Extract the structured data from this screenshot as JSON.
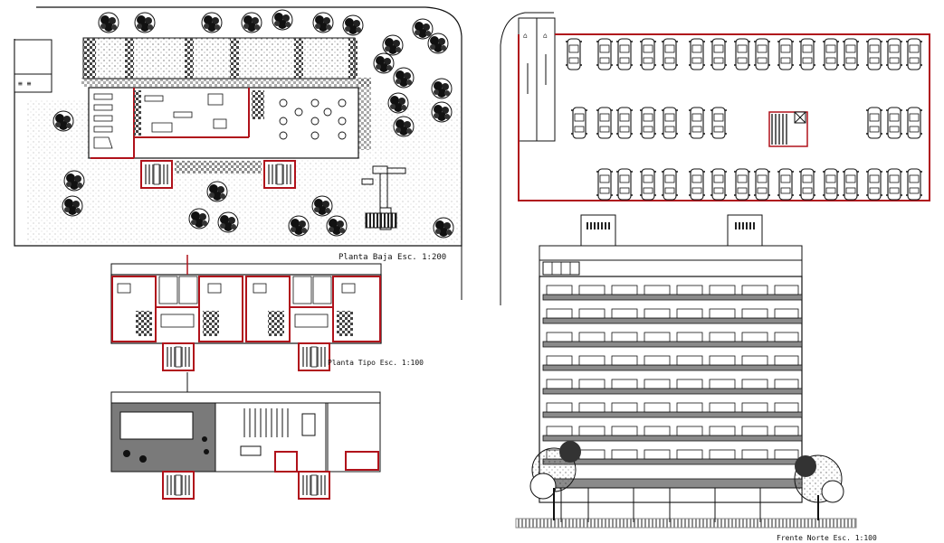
{
  "labels": {
    "ground_floor": "Planta Baja Esc. 1:200",
    "typical_floor": "Planta Tipo Esc. 1:100",
    "north_facade": "Frente Norte Esc. 1:100"
  },
  "colors": {
    "line": "#111111",
    "accent": "#b0121b",
    "fill_gray": "#9a9a9a",
    "hatch": "#cfcfcf"
  }
}
